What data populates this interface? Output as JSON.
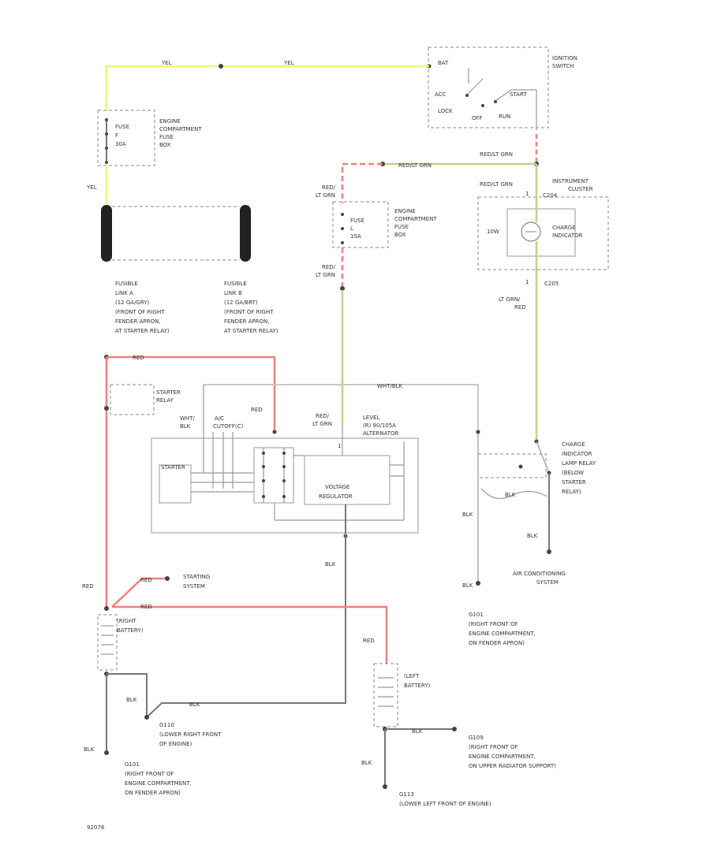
{
  "ignition_switch": {
    "label_1": "IGNITION",
    "label_2": "SWITCH",
    "bat": "BAT",
    "acc": "ACC",
    "start": "START",
    "lock": "LOCK",
    "off": "OFF",
    "run": "RUN"
  },
  "wires": {
    "yel_top_1": "YEL",
    "yel_top_2": "YEL",
    "yel_left": "YEL",
    "redlt_top": "RED/LT GRN",
    "redlt_top2": "RED/LT GRN",
    "redlt_cluster": "RED/LT GRN",
    "red_lt_1a": "RED/",
    "red_lt_1b": "LT GRN",
    "red_lt_2a": "RED/",
    "red_lt_2b": "LT GRN",
    "lt_red_a": "LT GRN/",
    "lt_red_b": "RED",
    "red_relay": "RED",
    "red_top": "RED",
    "wht_blk_top": "WHT/BLK",
    "red_lt_alt_a": "RED/",
    "red_lt_alt_b": "LT GRN",
    "blk_vr": "BLK",
    "blk_relay": "BLK",
    "blk_ac": "BLK",
    "blk_ac2": "BLK",
    "blk_g101": "BLK",
    "red_start": "RED",
    "red_left": "RED",
    "red_batt": "RED",
    "red_lbatt": "RED",
    "blk_rb_1": "BLK",
    "blk_rb_2": "BLK",
    "blk_rb_3": "BLK",
    "blk_lb_1": "BLK",
    "blk_lb_2": "BLK"
  },
  "fuse_box_1": {
    "fuse": "FUSE",
    "num": "F",
    "amp": "30A",
    "l1": "ENGINE",
    "l2": "COMPARTMENT",
    "l3": "FUSE",
    "l4": "BOX"
  },
  "fuse_box_2": {
    "fuse": "FUSE",
    "num": "L",
    "amp": "15A",
    "l1": "ENGINE",
    "l2": "COMPARTMENT",
    "l3": "FUSE",
    "l4": "BOX"
  },
  "instrument_cluster": {
    "l1": "INSTRUMENT",
    "l2": "CLUSTER",
    "c1": "C204",
    "c2": "C205",
    "bulb": "10W",
    "ind_1": "CHARGE",
    "ind_2": "INDICATOR",
    "pin_1": "1",
    "pin_2": "1"
  },
  "fusible_link_a": [
    "FUSIBLE",
    "LINK A",
    "(12 GA/GRY)",
    "(FRONT OF RIGHT",
    "FENDER APRON,",
    "AT STARTER RELAY)"
  ],
  "fusible_link_b": [
    "FUSIBLE",
    "LINK B",
    "(12 GA/BRT)",
    "(FRONT OF RIGHT",
    "FENDER APRON,",
    "AT STARTER RELAY)"
  ],
  "starter_relay": {
    "l1": "STARTER",
    "l2": "RELAY",
    "wht_blk_a": "WHT/",
    "wht_blk_b": "BLK",
    "ac_a": "A/C",
    "ac_b": "CUTOFF(C)",
    "starter": "STARTER"
  },
  "alternator": {
    "l1": "LEVEL",
    "l2": "(R) 90/105A",
    "l3": "ALTERNATOR",
    "pin": "1",
    "vr_1": "VOLTAGE",
    "vr_2": "REGULATOR"
  },
  "charge_relay": [
    "CHARGE",
    "INDICATOR",
    "LAMP RELAY",
    "(BELOW",
    "STARTER",
    "RELAY)"
  ],
  "ac_system": {
    "l1": "AIR CONDITIONING",
    "l2": "SYSTEM"
  },
  "starting_system": {
    "l1": "STARTING",
    "l2": "SYSTEM"
  },
  "right_battery": {
    "l1": "(RIGHT",
    "l2": "BATTERY)"
  },
  "left_battery": {
    "l1": "(LEFT",
    "l2": "BATTERY)"
  },
  "g101_right": [
    "G101",
    "(RIGHT FRONT OF",
    "ENGINE COMPARTMENT,",
    "ON FENDER APRON)"
  ],
  "g101_left": [
    "G101",
    "(RIGHT FRONT OF",
    "ENGINE COMPARTMENT,",
    "ON FENDER APRON)"
  ],
  "g110": [
    "G110",
    "(LOWER RIGHT FRONT",
    "OF ENGINE)"
  ],
  "g109": [
    "G109",
    "(RIGHT FRONT OF",
    "ENGINE COMPARTMENT,",
    "ON UPPER RADIATOR SUPPORT)"
  ],
  "g113": [
    "G113",
    "(LOWER LEFT FRONT OF ENGINE)"
  ],
  "footer": {
    "code": "92078"
  }
}
